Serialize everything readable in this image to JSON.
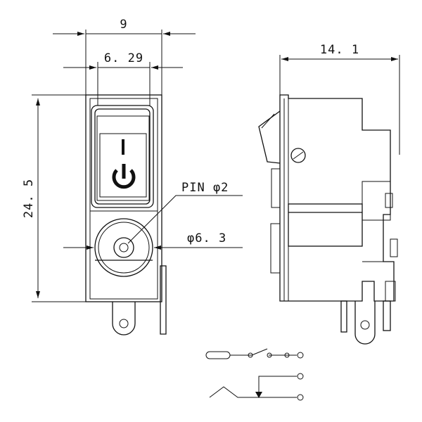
{
  "dimensions": {
    "width_outer": "9",
    "width_inner": "6. 29",
    "depth": "14. 1",
    "height": "24. 5",
    "pin_label": "PIN  φ2",
    "jack_diameter": "φ6. 3"
  },
  "switch": {
    "on_mark": "I",
    "power_symbol": "power-icon"
  },
  "colors": {
    "line": "#111111",
    "background": "#ffffff"
  }
}
